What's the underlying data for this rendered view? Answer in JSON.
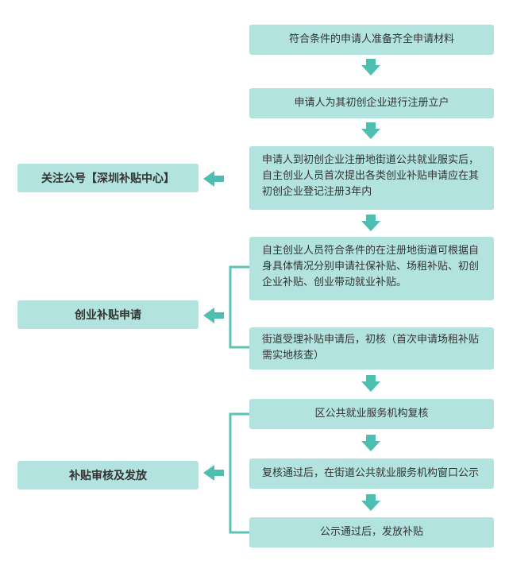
{
  "steps": [
    "符合条件的申请人准备齐全申请材料",
    "申请人为其初创企业进行注册立户",
    "申请人到初创企业注册地街道公共就业服实后，自主创业人员首次提出各类创业补贴申请应在其初创企业登记注册3年内",
    "自主创业人员符合条件的在注册地街道可根据自身具体情况分别申请社保补贴、场租补贴、初创企业补贴、创业带动就业补贴。",
    "街道受理补贴申请后，初核（首次申请场租补贴需实地核查）",
    "区公共就业服务机构复核",
    "复核通过后，在街道公共就业服务机构窗口公示",
    "公示通过后，发放补贴"
  ],
  "labels": [
    "关注公号【深圳补贴中心】",
    "创业补贴申请",
    "补贴审核及发放"
  ],
  "colors": {
    "box": "#b3e3df",
    "arrow": "#4dbfb0",
    "bracket": "#5cc2b4"
  }
}
